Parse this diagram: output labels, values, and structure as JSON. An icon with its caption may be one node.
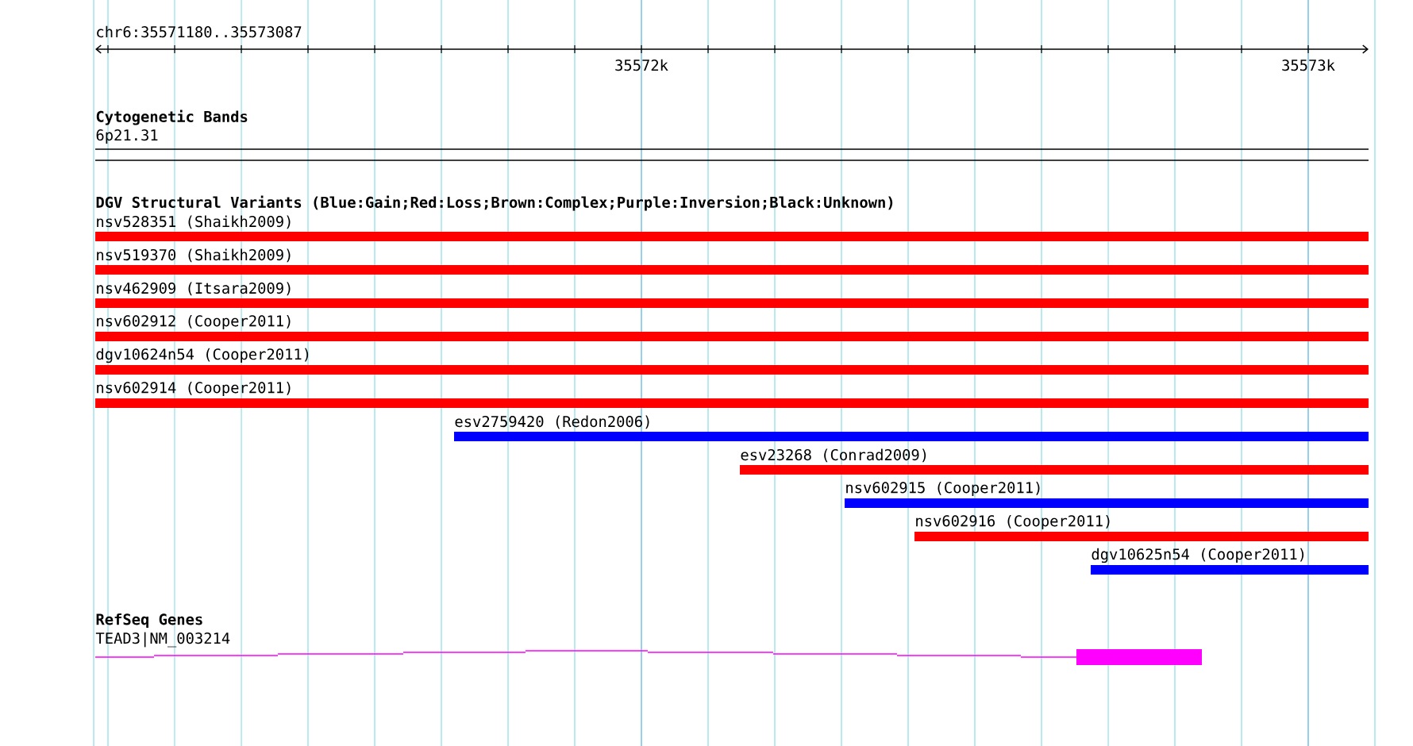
{
  "diagram": {
    "nodes": [
      {
        "text": [
          "nsv528351 (Shaikh2009)"
        ]
      },
      {
        "text": [
          "nsv519370 (Shaikh2009)"
        ]
      },
      {
        "text": [
          "nsv462909 (Itsara2009)"
        ]
      },
      {
        "text": [
          "nsv602912 (Cooper2011)"
        ]
      },
      {
        "text": [
          "dgv10624n54 (Cooper2011)"
        ]
      },
      {
        "text": [
          "nsv602914 (Cooper2011)"
        ]
      },
      {
        "text": [
          "esv2759420 (Redon2006)"
        ]
      },
      {
        "text": [
          "esv23268 (Conrad2009)"
        ]
      },
      {
        "text": [
          "nsv602915 (Cooper2011)"
        ]
      },
      {
        "text": [
          "nsv602916 (Cooper2011)"
        ]
      },
      {
        "text": [
          "dgv10625n54 (Cooper2011)"
        ]
      },
      {
        "text": [
          "TEAD3|NM_003214"
        ]
      }
    ],
    "edges": [],
    "labels": [
      "chr6:35571180..35573087",
      "35572k",
      "35573k",
      "Cytogenetic Bands",
      "6p21.31",
      "DGV Structural Variants (Blue:Gain;Red:Loss;Brown:Complex;Purple:Inversion;Black:Unknown)",
      "RefSeq Genes"
    ]
  }
}
